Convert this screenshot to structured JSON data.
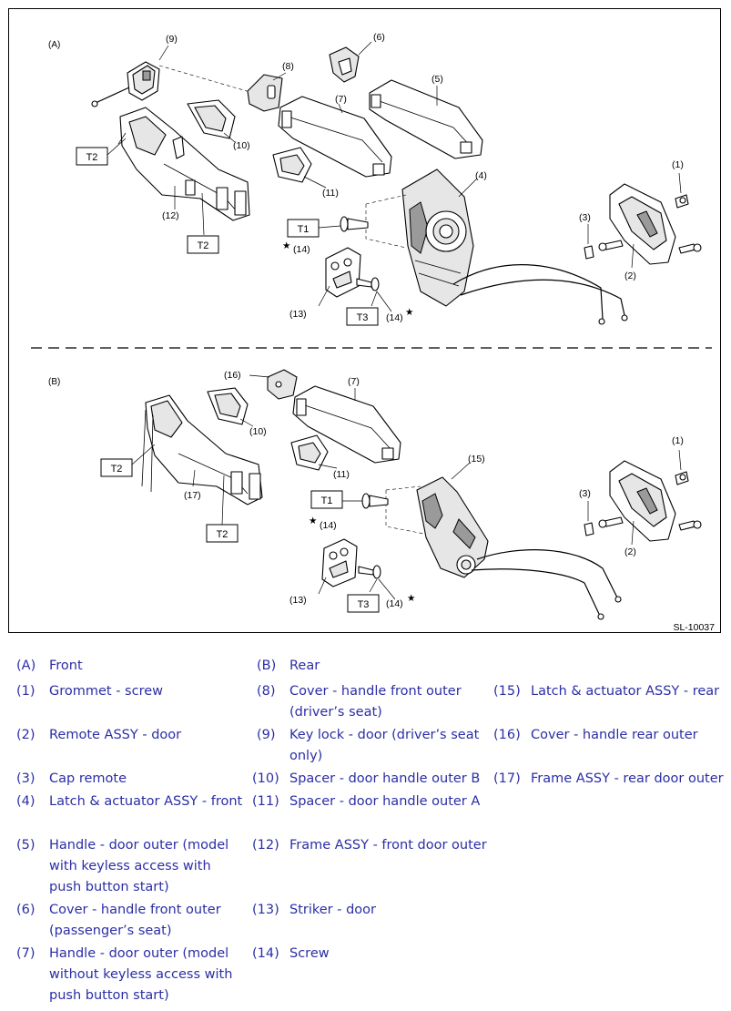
{
  "figure": {
    "code": "SL-10037",
    "sections": [
      {
        "key": "A",
        "tag": "(A)"
      },
      {
        "key": "B",
        "tag": "(B)"
      }
    ],
    "torque_labels": {
      "t1": "T1",
      "t2": "T2",
      "t3": "T3"
    },
    "star_glyph": "★",
    "callouts": {
      "n1": "(1)",
      "n2": "(2)",
      "n3": "(3)",
      "n4": "(4)",
      "n5": "(5)",
      "n6": "(6)",
      "n7": "(7)",
      "n8": "(8)",
      "n9": "(9)",
      "n10": "(10)",
      "n11": "(11)",
      "n12": "(12)",
      "n13": "(13)",
      "n14": "(14)",
      "n15": "(15)",
      "n16": "(16)",
      "n17": "(17)"
    }
  },
  "legend": [
    {
      "num": "(A)",
      "text": "Front"
    },
    {
      "num": "(B)",
      "text": "Rear"
    },
    {
      "num": "(1)",
      "text": "Grommet - screw"
    },
    {
      "num": "(8)",
      "text": "Cover - handle front outer (driver’s seat)"
    },
    {
      "num": "(15)",
      "text": "Latch & actuator ASSY - rear"
    },
    {
      "num": "(2)",
      "text": "Remote ASSY - door"
    },
    {
      "num": "(9)",
      "text": "Key lock - door (driver’s seat only)"
    },
    {
      "num": "(16)",
      "text": "Cover - handle rear outer"
    },
    {
      "num": "(3)",
      "text": "Cap remote"
    },
    {
      "num": "(10)",
      "text": "Spacer - door handle outer B"
    },
    {
      "num": "(17)",
      "text": "Frame ASSY - rear door outer"
    },
    {
      "num": "(4)",
      "text": "Latch & actuator ASSY - front"
    },
    {
      "num": "(11)",
      "text": "Spacer - door handle outer A"
    },
    {
      "num": "(5)",
      "text": "Handle - door outer (model with keyless access with push button start)"
    },
    {
      "num": "(12)",
      "text": "Frame ASSY - front door outer"
    },
    {
      "num": "(6)",
      "text": "Cover - handle front outer (passenger’s seat)"
    },
    {
      "num": "(13)",
      "text": "Striker - door"
    },
    {
      "num": "(7)",
      "text": "Handle - door outer (model without keyless access with push button start)"
    },
    {
      "num": "(14)",
      "text": "Screw"
    }
  ]
}
